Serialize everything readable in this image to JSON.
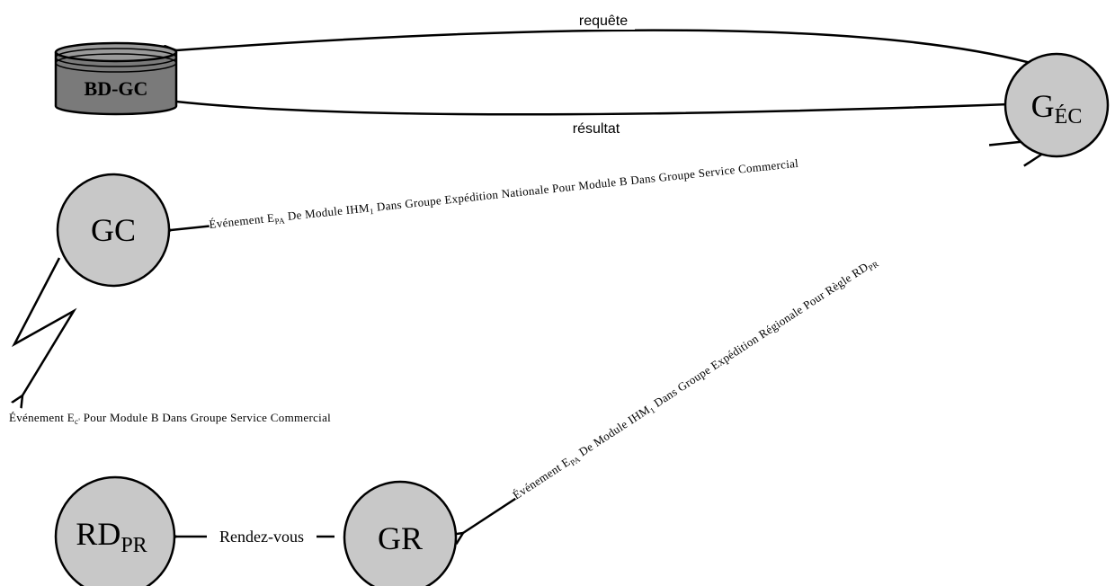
{
  "colors": {
    "node_fill": "#c8c8c8",
    "db_fill": "#7a7a7a",
    "db_top": "#9a9a9a",
    "stroke": "#000000",
    "label_bg": "#ffffff"
  },
  "nodes": {
    "db": {
      "label": "BD-GC"
    },
    "gec": {
      "main": "G",
      "sub": "ÉC"
    },
    "gc": {
      "label": "GC"
    },
    "gr": {
      "label": "GR"
    },
    "rdpr": {
      "main": "RD",
      "sub": "PR"
    }
  },
  "edges": {
    "requete": "requête",
    "resultat": "résultat",
    "rendezvous": "Rendez-vous",
    "gec_gc": {
      "p1": "Événement E",
      "p1_sub": "PA",
      "p2": " De Module IHM",
      "p2_sub": "1",
      "p3": " Dans Groupe Expédition Nationale Pour Module B Dans Groupe Service Commercial"
    },
    "gec_gr": {
      "p1": "Événement E",
      "p1_sub": "PA",
      "p2": " De Module IHM",
      "p2_sub": "1",
      "p3": " Dans Groupe Expédition Régionale Pour Règle RD",
      "p3_sub": "PR"
    },
    "gc_out": {
      "p1": "Événement E",
      "p1_sub": "c'",
      "p2": " Pour Module B Dans Groupe Service Commercial"
    }
  }
}
